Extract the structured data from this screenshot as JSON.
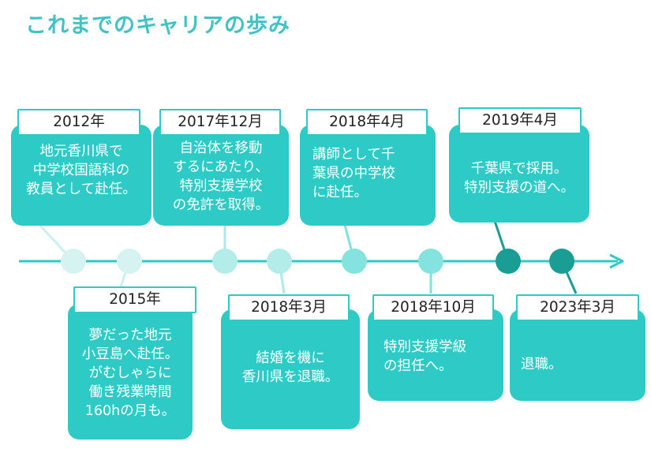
{
  "title": "これまでのキャリアの歩み",
  "colors": {
    "accent": "#2ecbc6",
    "title": "#41c3c6",
    "node_light": "#c9f1ef",
    "node_mid": "#7fe2dd",
    "node_dark": "#1a9d95"
  },
  "events": [
    {
      "date": "2012年",
      "text": "地元香川県で\n中学校国語科の\n教員として赴任。"
    },
    {
      "date": "2015年",
      "text": "夢だった地元\n小豆島へ赴任。\nがむしゃらに\n働き残業時間\n160hの月も。"
    },
    {
      "date": "2017年12月",
      "text": "自治体を移動\nするにあたり、\n特別支援学校\nの免許を取得。"
    },
    {
      "date": "2018年3月",
      "text": "結婚を機に\n香川県を退職。"
    },
    {
      "date": "2018年4月",
      "text": "講師として千\n葉県の中学校\nに赴任。"
    },
    {
      "date": "2018年10月",
      "text": "特別支援学級\nの担任へ。"
    },
    {
      "date": "2019年4月",
      "text": "千葉県で採用。\n特別支援の道へ。"
    },
    {
      "date": "2023年3月",
      "text": "退職。"
    }
  ]
}
